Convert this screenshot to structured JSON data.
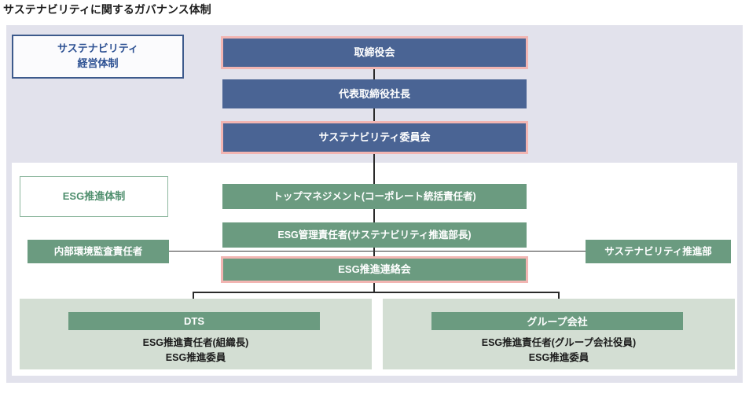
{
  "title": "サステナビリティに関するガバナンス体制",
  "colors": {
    "blue_node": "#4a6494",
    "green_node": "#6b9b80",
    "pink_border": "#f2b5b2",
    "lavender_panel": "#e2e2ec",
    "group_panel": "#d3ded3",
    "blue_legend_text": "#2d5193",
    "green_legend_text": "#4f8f6e",
    "connector": "#2b2b2b"
  },
  "legends": {
    "sustainability": "サステナビリティ\n経営体制",
    "sustainability_line1": "サステナビリティ",
    "sustainability_line2": "経営体制",
    "esg": "ESG推進体制"
  },
  "governance_nodes": [
    {
      "id": "board",
      "label": "取締役会",
      "accent": "pink-border"
    },
    {
      "id": "president",
      "label": "代表取締役社長",
      "accent": "none"
    },
    {
      "id": "committee",
      "label": "サステナビリティ委員会",
      "accent": "pink-border"
    }
  ],
  "esg_nodes": [
    {
      "id": "top-management",
      "label": "トップマネジメント(コーポレート統括責任者)",
      "accent": "none"
    },
    {
      "id": "esg-manager",
      "label": "ESG管理責任者(サステナビリティ推進部長)",
      "accent": "none"
    },
    {
      "id": "esg-liaison",
      "label": "ESG推進連絡会",
      "accent": "pink-border"
    }
  ],
  "side_nodes": {
    "left": "内部環境監査責任者",
    "right": "サステナビリティ推進部"
  },
  "groups": [
    {
      "id": "dts",
      "header": "DTS",
      "lines": [
        "ESG推進責任者(組織長)",
        "ESG推進委員"
      ]
    },
    {
      "id": "group-company",
      "header": "グループ会社",
      "lines": [
        "ESG推進責任者(グループ会社役員)",
        "ESG推進委員"
      ]
    }
  ]
}
